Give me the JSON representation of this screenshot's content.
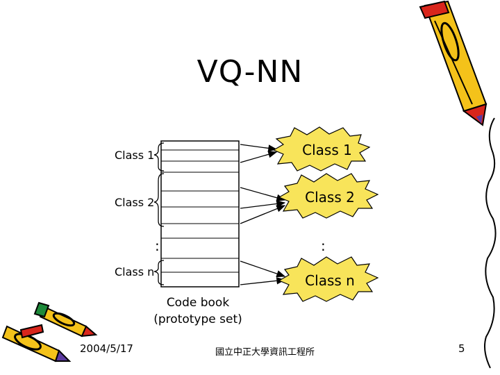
{
  "slide": {
    "title": "VQ-NN",
    "left_labels": [
      "Class 1",
      "Class 2",
      ":",
      "Class n"
    ],
    "right_labels": [
      "Class 1",
      "Class 2",
      ":",
      "Class n"
    ],
    "codebook_caption_line1": "Code book",
    "codebook_caption_line2": "(prototype set)"
  },
  "footer": {
    "date": "2004/5/17",
    "organization": "國立中正大學資訊工程所",
    "page_number": "5"
  },
  "colors": {
    "burst_fill": "#f8e45a",
    "pencil_yellow": "#f4c21a",
    "pencil_red": "#d9261c",
    "pencil_purple": "#5b3aa0",
    "pencil_green": "#1e8a3a"
  },
  "icons": [
    "pencil-icon",
    "pencil-group-icon"
  ]
}
